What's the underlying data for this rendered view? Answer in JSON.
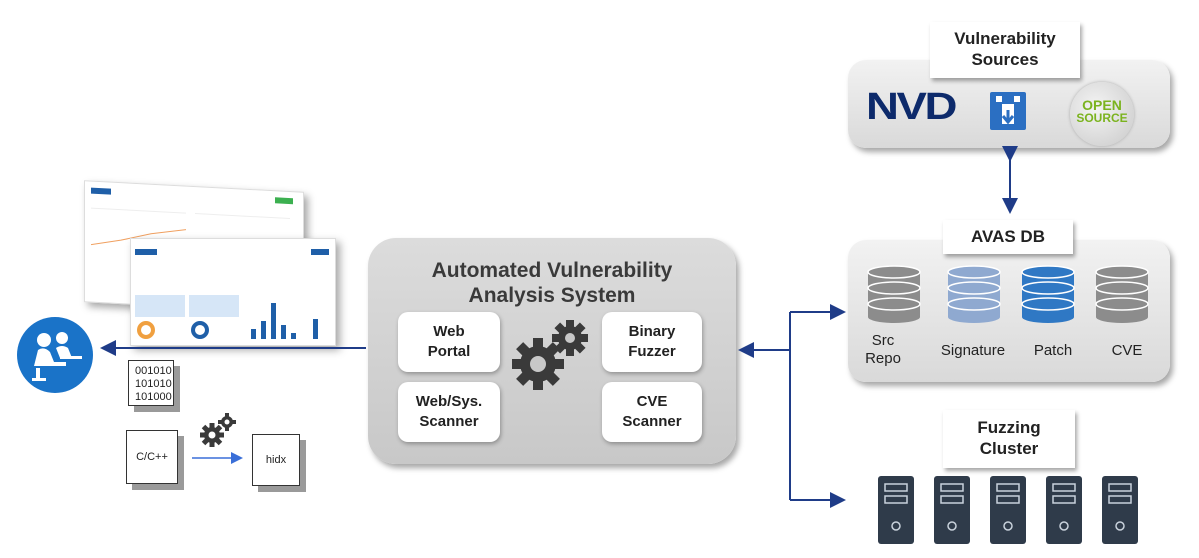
{
  "sources": {
    "title": "Vulnerability Sources",
    "title_line1": "Vulnerability",
    "title_line2": "Sources",
    "nvd_logo": "NVD",
    "oss_logo_line1": "OPEN",
    "oss_logo_line2": "SOURCE"
  },
  "avas_db": {
    "title": "AVAS DB",
    "databases": [
      {
        "label_line1": "Src",
        "label_line2": "Repo",
        "color": "#8c8c8c"
      },
      {
        "label_line1": "Signature",
        "label_line2": "",
        "color": "#8fa9d0"
      },
      {
        "label_line1": "Patch",
        "label_line2": "",
        "color": "#2f78c4"
      },
      {
        "label_line1": "CVE",
        "label_line2": "",
        "color": "#8c8c8c"
      }
    ]
  },
  "fuzzing": {
    "title_line1": "Fuzzing",
    "title_line2": "Cluster",
    "server_color": "#2f3b4a"
  },
  "system": {
    "title_line1": "Automated Vulnerability",
    "title_line2": "Analysis System",
    "components": {
      "web_portal_line1": "Web",
      "web_portal_line2": "Portal",
      "binary_fuzzer_line1": "Binary",
      "binary_fuzzer_line2": "Fuzzer",
      "scanner_line1": "Web/Sys.",
      "scanner_line2": "Scanner",
      "cve_scanner_line1": "CVE",
      "cve_scanner_line2": "Scanner"
    }
  },
  "client": {
    "binary_lines": [
      "001010",
      "101010",
      "101000"
    ],
    "source_label": "C/C++",
    "output_label": "hidx"
  },
  "colors": {
    "arrow": "#1f3c88",
    "user_icon": "#1a73c8",
    "gear": "#3a3a3a"
  }
}
